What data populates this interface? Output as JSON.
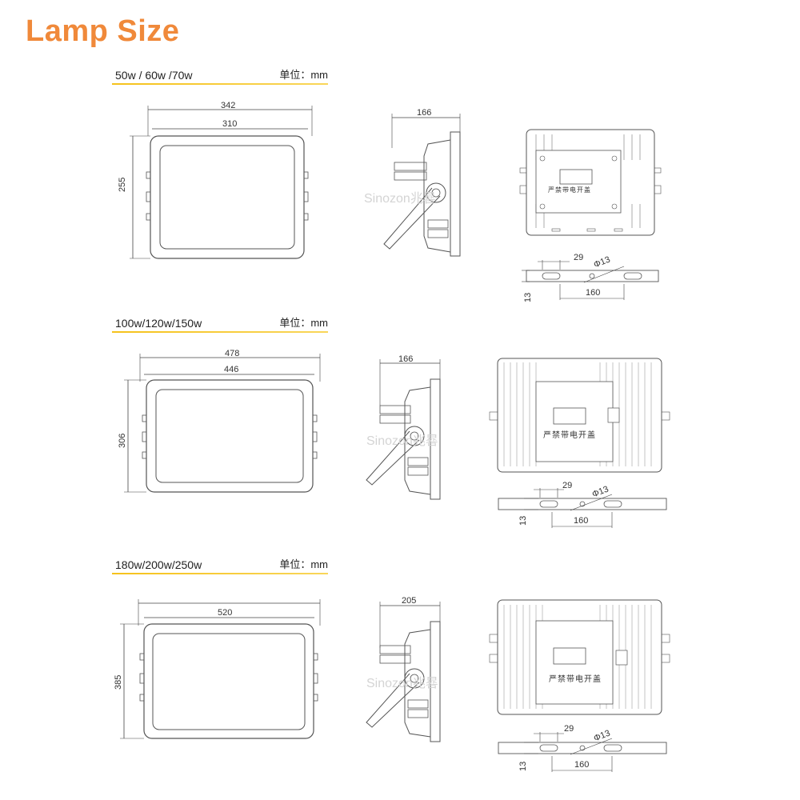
{
  "title": "Lamp Size",
  "watermark": "Sinozon兆晷",
  "sections": [
    {
      "label": "50w / 60w /70w",
      "unit": "单位：mm",
      "front": {
        "outer_width": "342",
        "inner_width": "310",
        "height": "255"
      },
      "side": {
        "depth": "166"
      },
      "back": {
        "vertical_text": "严禁带电开盖"
      },
      "bracket": {
        "slot": "29",
        "hole": "Φ13",
        "spacing": "160",
        "thickness": "13"
      }
    },
    {
      "label": "100w/120w/150w",
      "unit": "单位：mm",
      "front": {
        "outer_width": "478",
        "inner_width": "446",
        "height": "306"
      },
      "side": {
        "depth": "166"
      },
      "back": {
        "vertical_text": "严禁带电开盖"
      },
      "bracket": {
        "slot": "29",
        "hole": "Φ13",
        "spacing": "160",
        "thickness": "13"
      }
    },
    {
      "label": "180w/200w/250w",
      "unit": "单位：mm",
      "front": {
        "outer_width": "",
        "inner_width": "520",
        "height": "385"
      },
      "side": {
        "depth": "205"
      },
      "back": {
        "vertical_text": "严禁带电开盖"
      },
      "bracket": {
        "slot": "29",
        "hole": "Φ13",
        "spacing": "160",
        "thickness": "13"
      }
    }
  ]
}
